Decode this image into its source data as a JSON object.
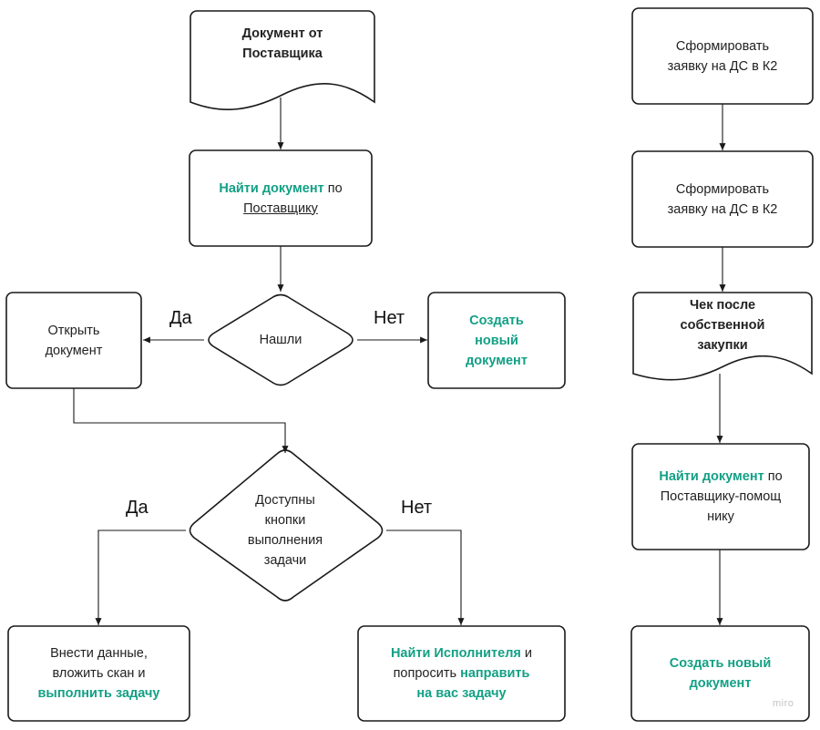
{
  "colors": {
    "accent": "#13a085",
    "text": "#222222",
    "stroke": "#1a1a1a"
  },
  "left_flow": {
    "doc_supplier": {
      "line1": "Документ от",
      "line2": "Поставщика"
    },
    "find_doc": {
      "accent": "Найти документ",
      "rest": " по",
      "line2": "Поставщику"
    },
    "found_decision": "Нашли",
    "yes_label_1": "Да",
    "no_label_1": "Нет",
    "open_doc": {
      "line1": "Открыть",
      "line2": "документ"
    },
    "create_new_1": {
      "line1": "Создать",
      "line2": "новый",
      "line3": "документ"
    },
    "buttons_decision": {
      "line1": "Доступны",
      "line2": "кнопки",
      "line3": "выполнения",
      "line4": "задачи"
    },
    "yes_label_2": "Да",
    "no_label_2": "Нет",
    "enter_data": {
      "line1": "Внести данные,",
      "line2": "вложить скан и",
      "line3": "выполнить задачу"
    },
    "find_executor": {
      "accent1": "Найти Исполнителя",
      "rest1": " и",
      "line2_plain": "попросить ",
      "line2_accent": "направить",
      "line3": "на вас задачу"
    }
  },
  "right_flow": {
    "form_request_1": {
      "line1": "Сформировать",
      "line2": "заявку на ДС в К2"
    },
    "form_request_2": {
      "line1": "Сформировать",
      "line2": "заявку на ДС в К2"
    },
    "receipt": {
      "line1": "Чек после",
      "line2": "собственной",
      "line3": "закупки"
    },
    "find_doc_helper": {
      "accent": "Найти документ",
      "rest": " по",
      "line2": "Поставщику-помощ",
      "line3": "нику"
    },
    "create_new_2": {
      "line1": "Создать новый",
      "line2": "документ"
    }
  },
  "watermark": "miro"
}
